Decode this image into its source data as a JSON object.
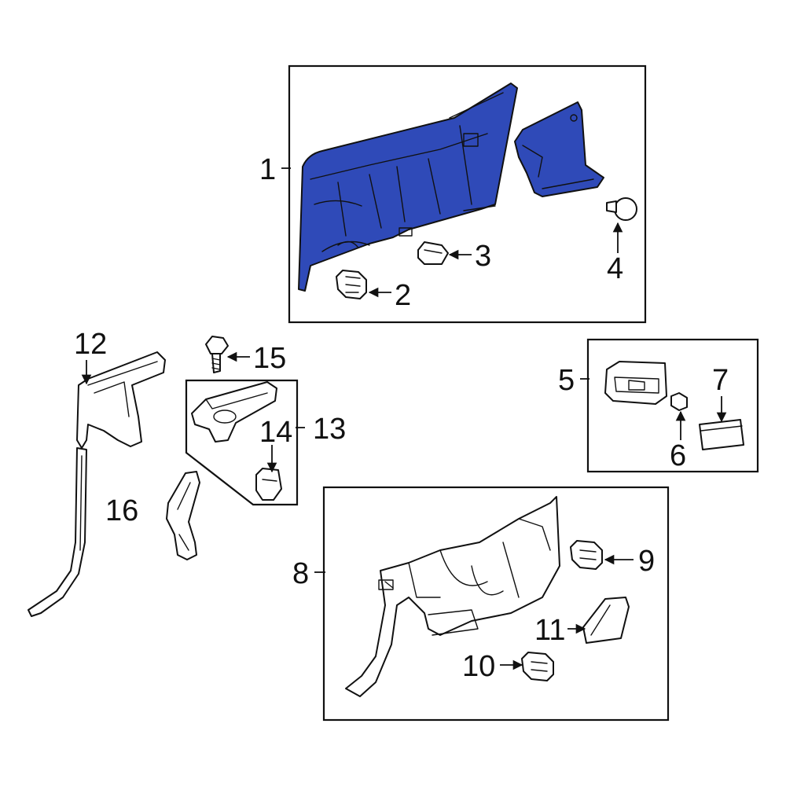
{
  "colors": {
    "highlight": "#2f4ab8",
    "highlight_dark": "#23389a",
    "outline": "#111111",
    "part_fill": "#ffffff",
    "background": "#ffffff"
  },
  "callouts": {
    "c1": "1",
    "c2": "2",
    "c3": "3",
    "c4": "4",
    "c5": "5",
    "c6": "6",
    "c7": "7",
    "c8": "8",
    "c9": "9",
    "c10": "10",
    "c11": "11",
    "c12": "12",
    "c13": "13",
    "c14": "14",
    "c15": "15",
    "c16": "16"
  }
}
